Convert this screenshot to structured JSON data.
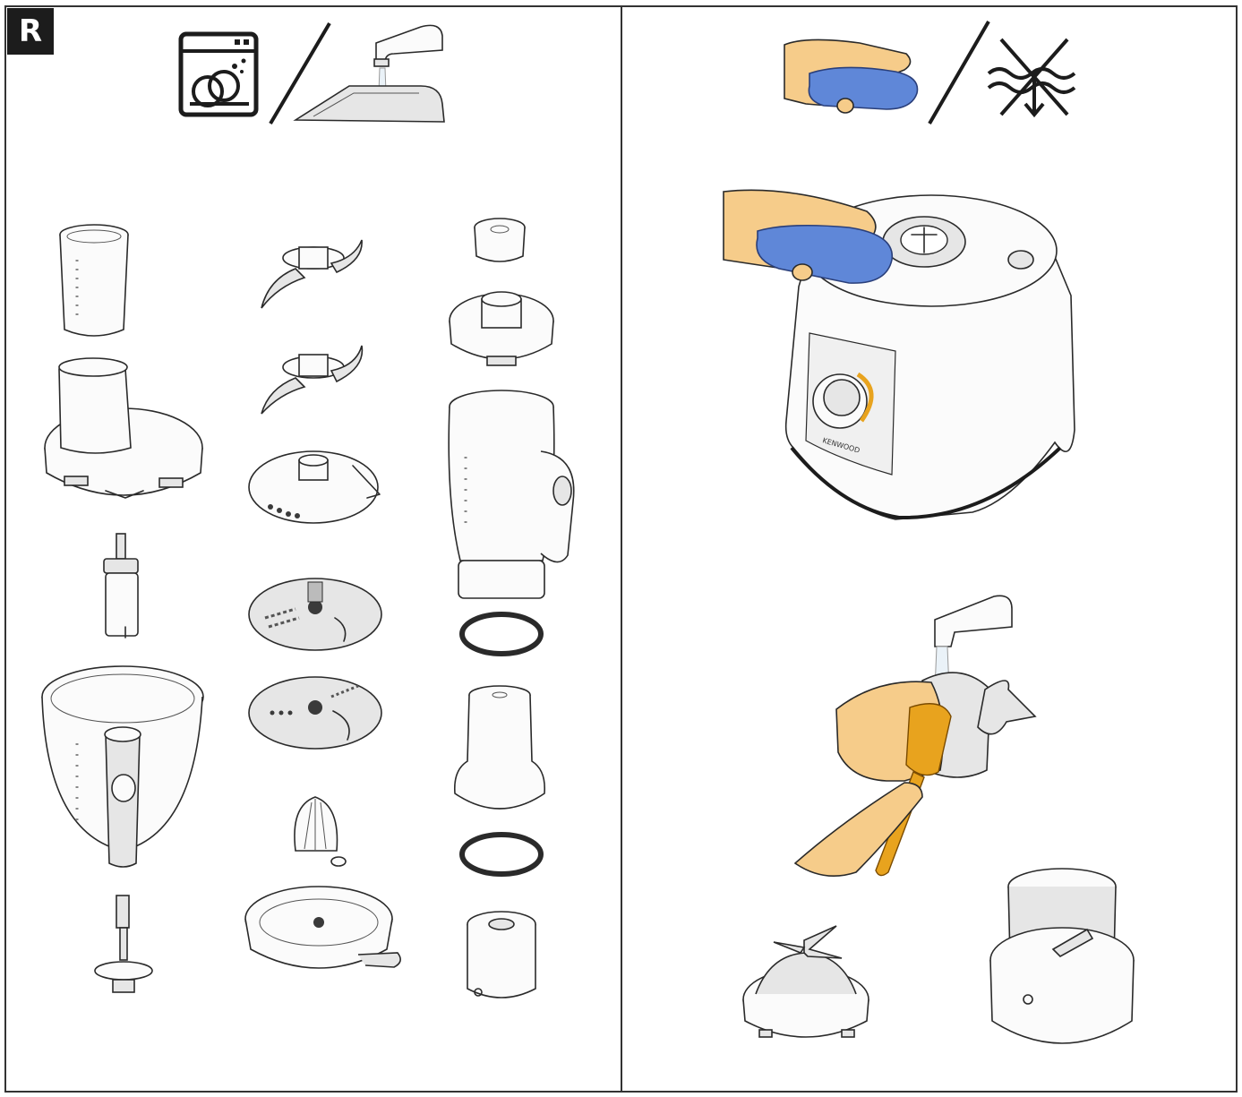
{
  "badge": {
    "letter": "R"
  },
  "left_panel": {
    "icons": [
      "dishwasher-icon",
      "divider-slash",
      "tap-water-icon"
    ],
    "parts": [
      "measuring-cup",
      "pusher-sleeve-lid",
      "drive-shaft",
      "processor-bowl",
      "spindle",
      "knife-blade",
      "dough-tool",
      "thick-slicing-disc",
      "grating-disc",
      "slicing-disc",
      "citrus-cone",
      "citrus-sieve",
      "filler-cap",
      "blender-lid",
      "blender-jug",
      "seal-ring",
      "mill-jar",
      "seal-ring",
      "mill-base"
    ]
  },
  "right_panel": {
    "icons": [
      "hand-sponge-icon",
      "divider-slash",
      "no-immersion-icon"
    ],
    "illustrations": [
      "wipe-motor-base",
      "brush-blade-under-tap",
      "blade-assembly",
      "mill-container"
    ],
    "motor_brand": "KENWOOD"
  },
  "colors": {
    "sponge": "#5f87d8",
    "skin": "#f6cc8a",
    "brush": "#e8a31e",
    "frame": "#333333"
  }
}
